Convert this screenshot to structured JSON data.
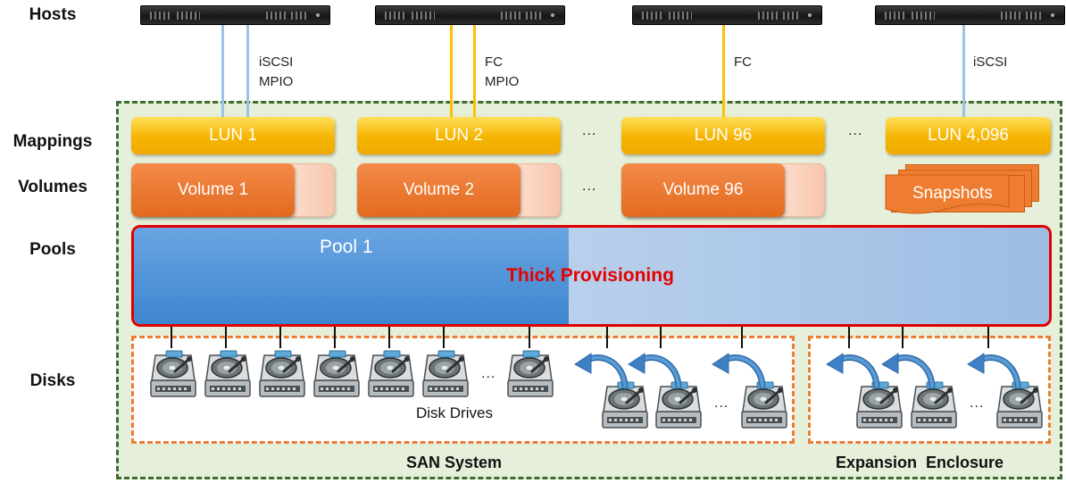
{
  "row_labels": {
    "hosts": "Hosts",
    "mappings": "Mappings",
    "volumes": "Volumes",
    "pools": "Pools",
    "disks": "Disks"
  },
  "hosts": [
    {
      "protocol_line1": "iSCSI",
      "protocol_line2": "MPIO"
    },
    {
      "protocol_line1": "FC",
      "protocol_line2": "MPIO"
    },
    {
      "protocol_line1": "FC",
      "protocol_line2": ""
    },
    {
      "protocol_line1": "iSCSI",
      "protocol_line2": ""
    }
  ],
  "luns": [
    "LUN 1",
    "LUN 2",
    "LUN 96",
    "LUN 4,096"
  ],
  "volumes": [
    "Volume 1",
    "Volume 2",
    "Volume 96"
  ],
  "snapshots_label": "Snapshots",
  "ellipsis": "...",
  "pool": {
    "title": "Pool 1",
    "provisioning": "Thick Provisioning"
  },
  "disk_drives_label": "Disk Drives",
  "san_system_label": "SAN System",
  "expansion_label": "Expansion  Enclosure",
  "colors": {
    "iscsi_link": "#9dc3e6",
    "fc_link": "#ffc000",
    "lun": "#f5b400",
    "volume": "#e26a1e",
    "pool": "#3e85cf",
    "pool_border": "#e00000",
    "provisioning_text": "#e60000",
    "san_border": "#3e6b2e",
    "enclosure_border": "#ee7d31"
  }
}
